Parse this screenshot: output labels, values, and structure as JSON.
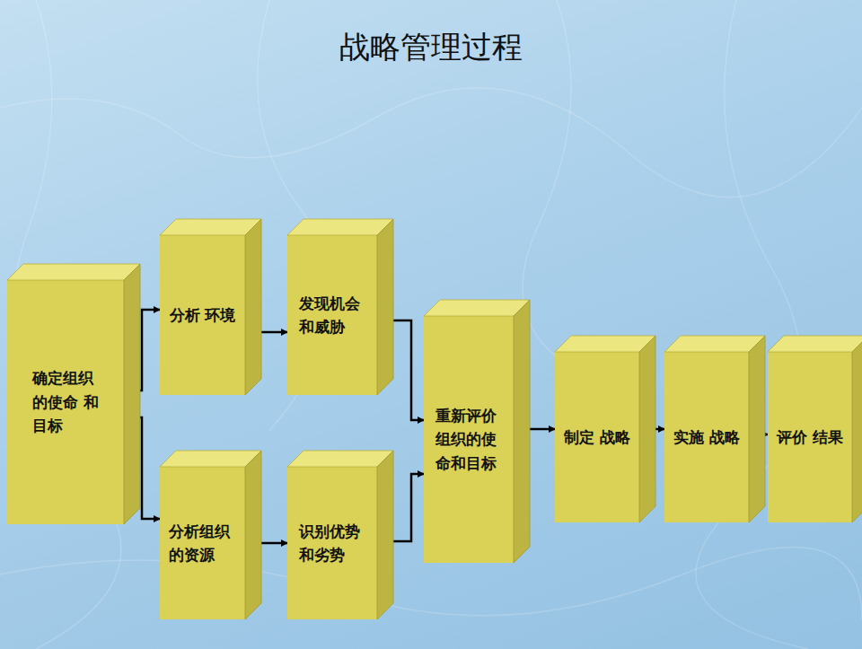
{
  "diagram": {
    "title": "战略管理过程",
    "nodes": [
      {
        "text": [
          "确定组织 的使命 和目标"
        ]
      },
      {
        "text": [
          "分析 环境"
        ]
      },
      {
        "text": [
          "发现机会 和威胁"
        ]
      },
      {
        "text": [
          "分析组织 的资源"
        ]
      },
      {
        "text": [
          "识别优势 和劣势"
        ]
      },
      {
        "text": [
          "重新评价 组织的使 命和目标"
        ]
      },
      {
        "text": [
          "制定 战略"
        ]
      },
      {
        "text": [
          "实施 战略"
        ]
      },
      {
        "text": [
          "评价 结果"
        ]
      }
    ],
    "edges": [
      {
        "from": 0,
        "to": 1,
        "arrow": "to"
      },
      {
        "from": 0,
        "to": 3,
        "arrow": "to"
      },
      {
        "from": 1,
        "to": 2,
        "arrow": "to"
      },
      {
        "from": 3,
        "to": 4,
        "arrow": "to"
      },
      {
        "from": 2,
        "to": 5,
        "arrow": "to"
      },
      {
        "from": 4,
        "to": 5,
        "arrow": "to"
      },
      {
        "from": 5,
        "to": 6,
        "arrow": "to"
      },
      {
        "from": 6,
        "to": 7,
        "arrow": "to"
      },
      {
        "from": 7,
        "to": 8,
        "arrow": "to"
      }
    ]
  }
}
